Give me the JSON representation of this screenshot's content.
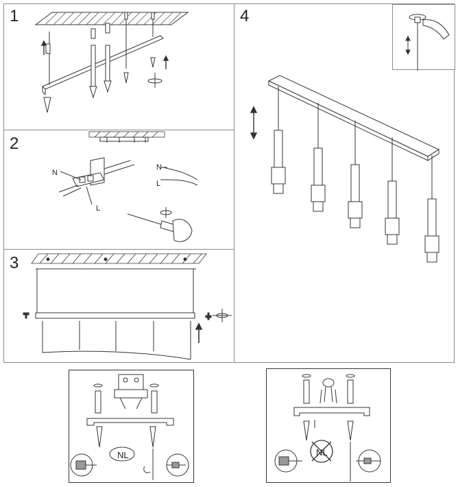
{
  "steps": {
    "step1": "1",
    "step2": "2",
    "step3": "3",
    "step4": "4"
  },
  "wire_labels": {
    "neutral": "N",
    "live": "L",
    "neutral_small": "N",
    "live_small": "L"
  },
  "badges": {
    "nl_left": "NL",
    "nl_right": "NL"
  },
  "icons": {
    "ceiling": "hatched-ceiling-icon",
    "screw": "screw-icon",
    "anchor": "wall-plug-icon",
    "screwdriver": "screwdriver-icon",
    "arrow": "arrow-icon",
    "no_symbol": "prohibited-icon"
  },
  "colors": {
    "line": "#333333",
    "border": "#8a8a8a"
  }
}
